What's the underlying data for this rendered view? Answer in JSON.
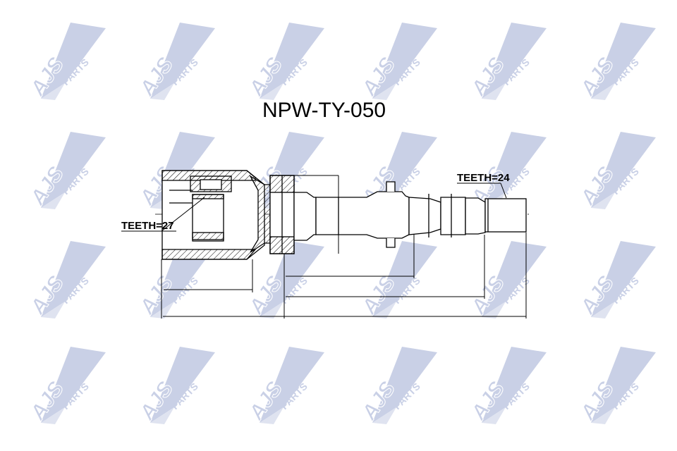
{
  "title": "NPW-TY-050",
  "labels": {
    "teeth_inner": "TEETH=27",
    "teeth_outer": "TEETH=24"
  },
  "watermark": {
    "text_main": "AJS",
    "text_sub": "PARTS",
    "color": "#c9d0e6"
  },
  "colors": {
    "line": "#000000",
    "background": "#ffffff"
  }
}
